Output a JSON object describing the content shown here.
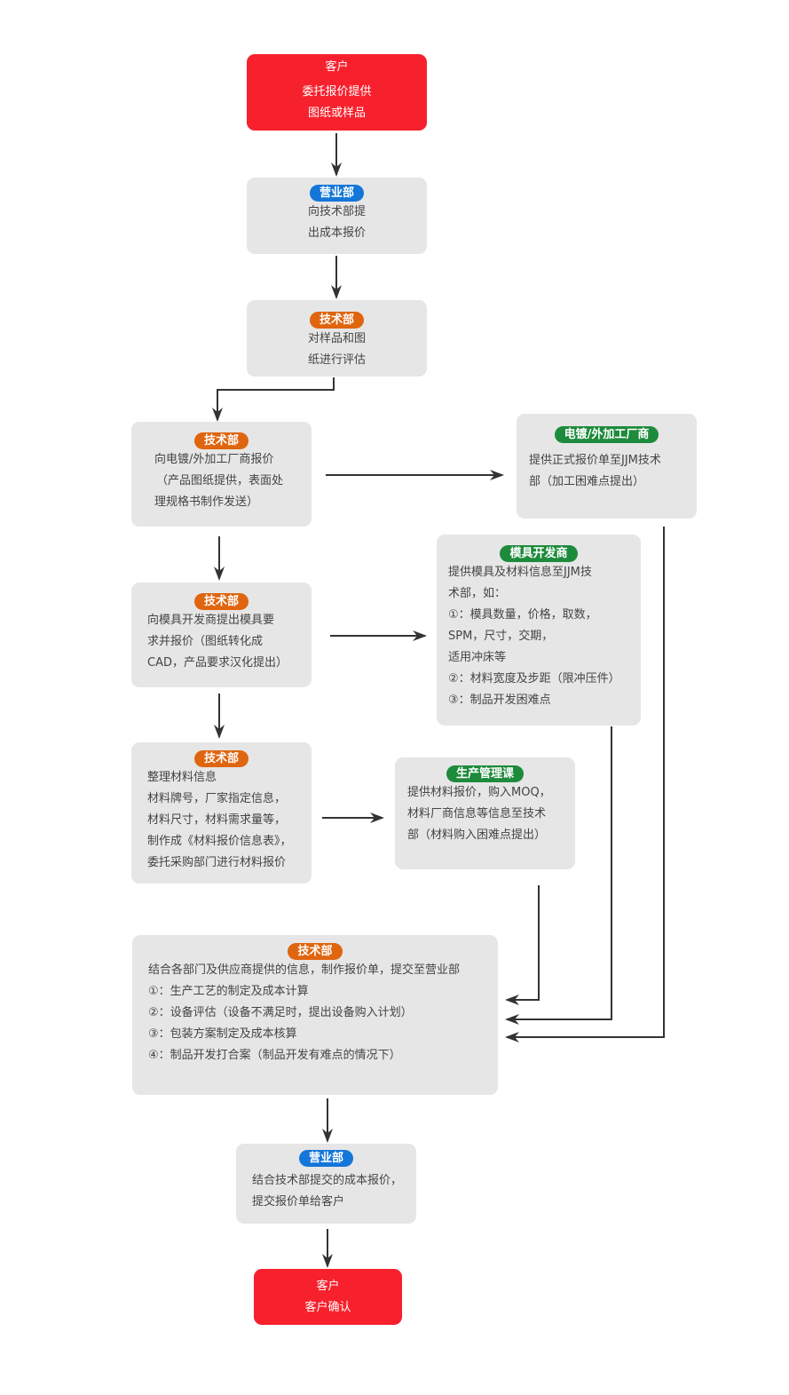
{
  "colors": {
    "customer": "#f6212c",
    "box": "#e6e6e6",
    "sales_badge": "#1476d9",
    "tech_badge": "#e0650f",
    "partner_badge": "#1d8a3c",
    "arrow": "#333333"
  },
  "nodes": {
    "customer_start": {
      "title": "客户",
      "lines": [
        "委托报价提供",
        "图纸或样品"
      ]
    },
    "sales_request": {
      "badge": "营业部",
      "lines": [
        "向技术部提",
        "出成本报价"
      ]
    },
    "tech_evaluate": {
      "badge": "技术部",
      "lines": [
        "对样品和图",
        "纸进行评估"
      ]
    },
    "tech_plating": {
      "badge": "技术部",
      "lines": [
        "向电镀/外加工厂商报价",
        "（产品图纸提供，表面处",
        "理规格书制作发送）"
      ]
    },
    "plating_vendor": {
      "badge": "电镀/外加工厂商",
      "lines": [
        "提供正式报价单至JJM技术",
        "部（加工困难点提出）"
      ]
    },
    "tech_mold": {
      "badge": "技术部",
      "lines": [
        "向模具开发商提出模具要",
        "求并报价（图纸转化成",
        "CAD，产品要求汉化提出）"
      ]
    },
    "mold_vendor": {
      "badge": "模具开发商",
      "lines": [
        "提供模具及材料信息至JJM技",
        "术部，如：",
        "①：模具数量，价格，取数，",
        "SPM，尺寸，交期，",
        "适用冲床等",
        "②：材料宽度及步距（限冲压件）",
        "③：制品开发困难点"
      ]
    },
    "tech_material": {
      "badge": "技术部",
      "lines": [
        "整理材料信息",
        "材料牌号，厂家指定信息，",
        "材料尺寸，材料需求量等，",
        "制作成《材料报价信息表》，",
        "委托采购部门进行材料报价"
      ]
    },
    "production": {
      "badge": "生产管理课",
      "lines": [
        "提供材料报价，购入MOQ，",
        "材料厂商信息等信息至技术",
        "部（材料购入困难点提出）"
      ]
    },
    "tech_summary": {
      "badge": "技术部",
      "lines": [
        "结合各部门及供应商提供的信息，制作报价单，提交至营业部",
        "①：生产工艺的制定及成本计算",
        "②：设备评估（设备不满足时，提出设备购入计划）",
        "③：包装方案制定及成本核算",
        "④：制品开发打合案（制品开发有难点的情况下）"
      ]
    },
    "sales_submit": {
      "badge": "营业部",
      "lines": [
        "结合技术部提交的成本报价，",
        "提交报价单给客户"
      ]
    },
    "customer_end": {
      "title": "客户",
      "lines": [
        "客户确认"
      ]
    }
  }
}
